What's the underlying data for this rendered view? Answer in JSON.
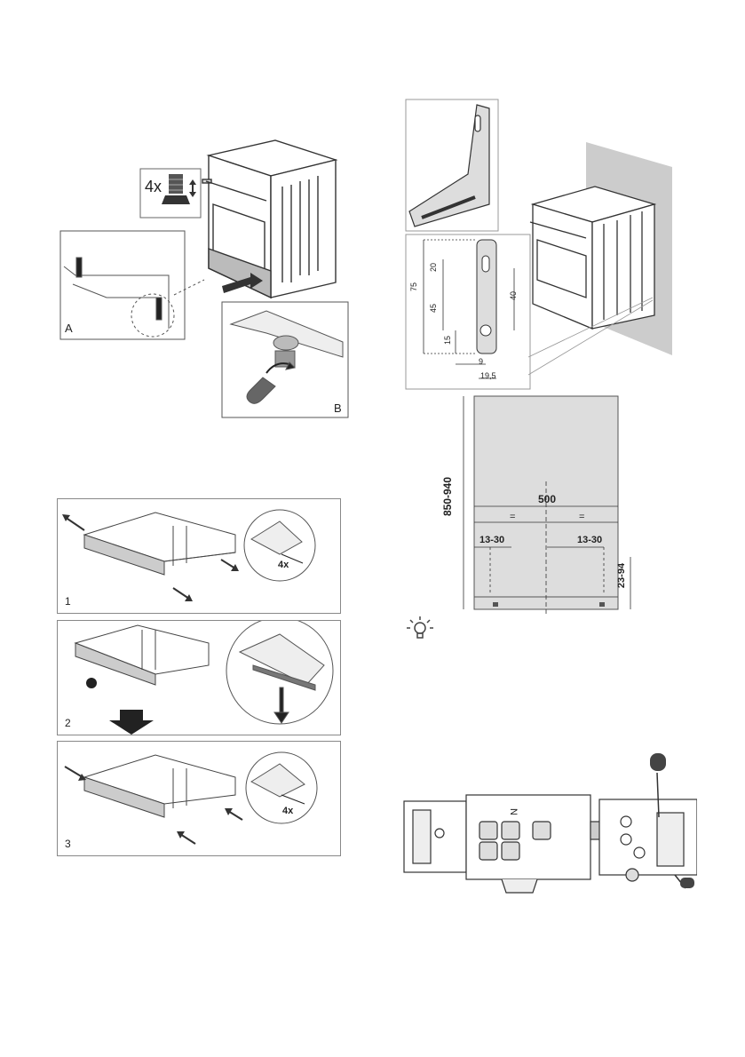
{
  "fig_leveling": {
    "qty": "4x",
    "label_a": "A",
    "label_b": "B"
  },
  "fig_plinth": {
    "steps": [
      {
        "num": "1",
        "screw_qty": "4x"
      },
      {
        "num": "2"
      },
      {
        "num": "3",
        "screw_qty": "4x"
      }
    ]
  },
  "fig_bracket": {
    "dims": [
      "75",
      "20",
      "45",
      "15",
      "40",
      "9",
      "19,5"
    ]
  },
  "fig_wall": {
    "height": "850-940",
    "width": "500",
    "half_left": "=",
    "half_right": "=",
    "offset_left": "13-30",
    "offset_right": "13-30",
    "bottom_gap": "23-94"
  },
  "tip": {
    "icon": "lightbulb-icon"
  },
  "fig_terminal": {
    "terminal_mark": "N"
  }
}
